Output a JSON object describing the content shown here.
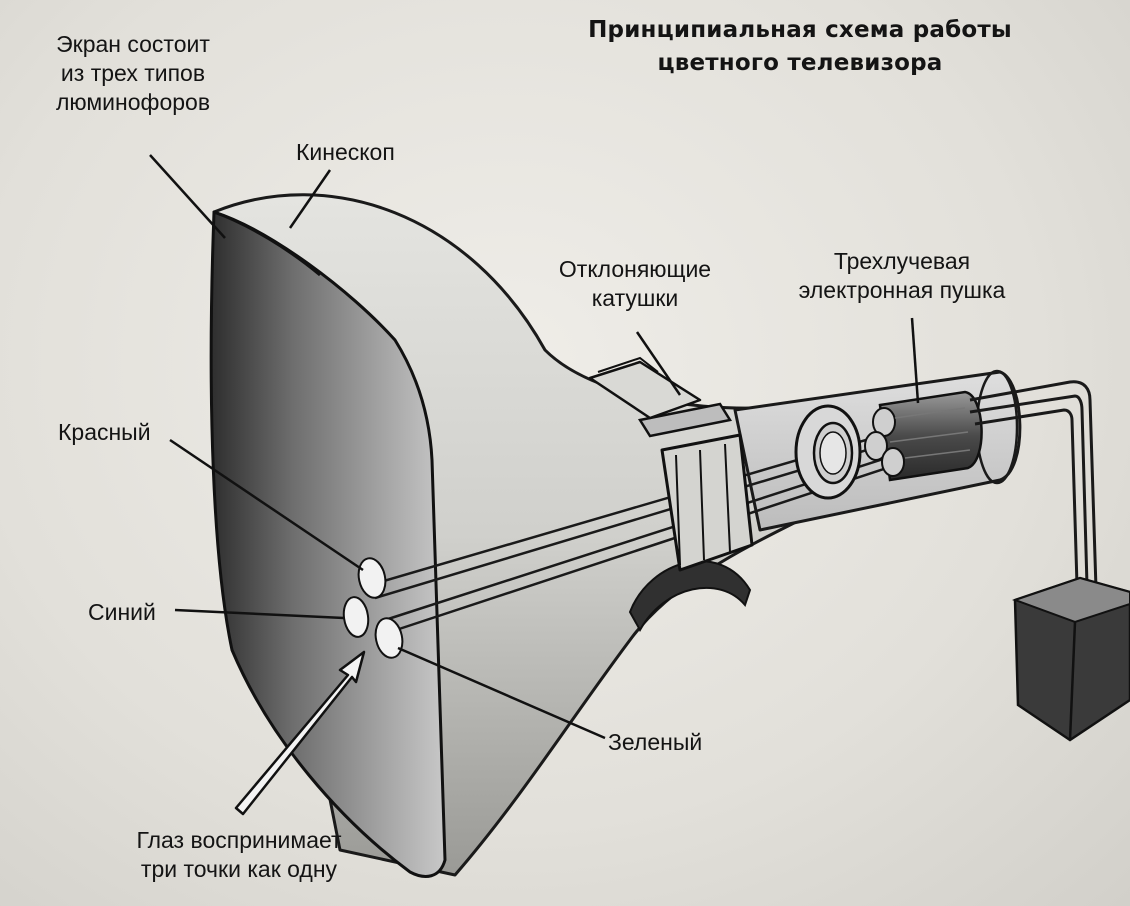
{
  "title_line1": "Принципиальная схема работы",
  "title_line2": "цветного телевизора",
  "labels": {
    "screen_line1": "Экран состоит",
    "screen_line2": "из трех типов",
    "screen_line3": "люминофоров",
    "kinescope": "Кинескоп",
    "coils_line1": "Отклоняющие",
    "coils_line2": "катушки",
    "gun_line1": "Трехлучевая",
    "gun_line2": "электронная пушка",
    "red": "Красный",
    "blue": "Синий",
    "green": "Зеленый",
    "eye_line1": "Глаз воспринимает",
    "eye_line2": "три точки как одну"
  },
  "colors": {
    "ink": "#141414",
    "paper": "#e6e4de"
  }
}
